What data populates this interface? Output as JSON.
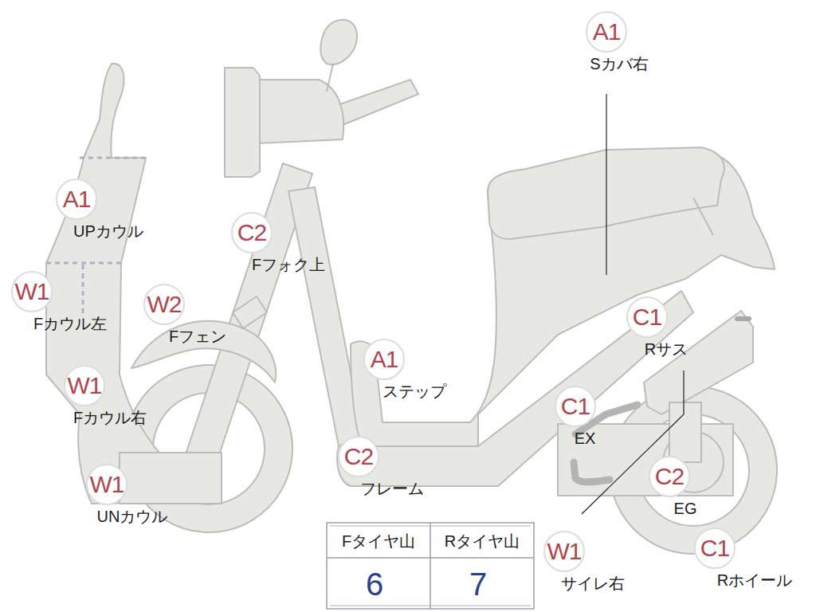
{
  "diagram": {
    "nodes": [
      {
        "text": [
          "A1",
          "Sカバ右"
        ]
      },
      {
        "text": [
          "A1",
          "UPカウル"
        ]
      },
      {
        "text": [
          "C2",
          "Fフォク上"
        ]
      },
      {
        "text": [
          "W1",
          "Fカウル左"
        ]
      },
      {
        "text": [
          "W2",
          "Fフェン"
        ]
      },
      {
        "text": [
          "C1",
          "Rサス"
        ]
      },
      {
        "text": [
          "A1",
          "ステップ"
        ]
      },
      {
        "text": [
          "W1",
          "Fカウル右"
        ]
      },
      {
        "text": [
          "C1",
          "EX"
        ]
      },
      {
        "text": [
          "C2",
          "フレーム"
        ]
      },
      {
        "text": [
          "C2",
          "EG"
        ]
      },
      {
        "text": [
          "W1",
          "UNカウル"
        ]
      },
      {
        "text": [
          "W1",
          "サイレ右"
        ]
      },
      {
        "text": [
          "C1",
          "Rホイール"
        ]
      }
    ],
    "labels": [
      "Fタイヤ山",
      "Rタイヤ山",
      "6",
      "7"
    ]
  }
}
